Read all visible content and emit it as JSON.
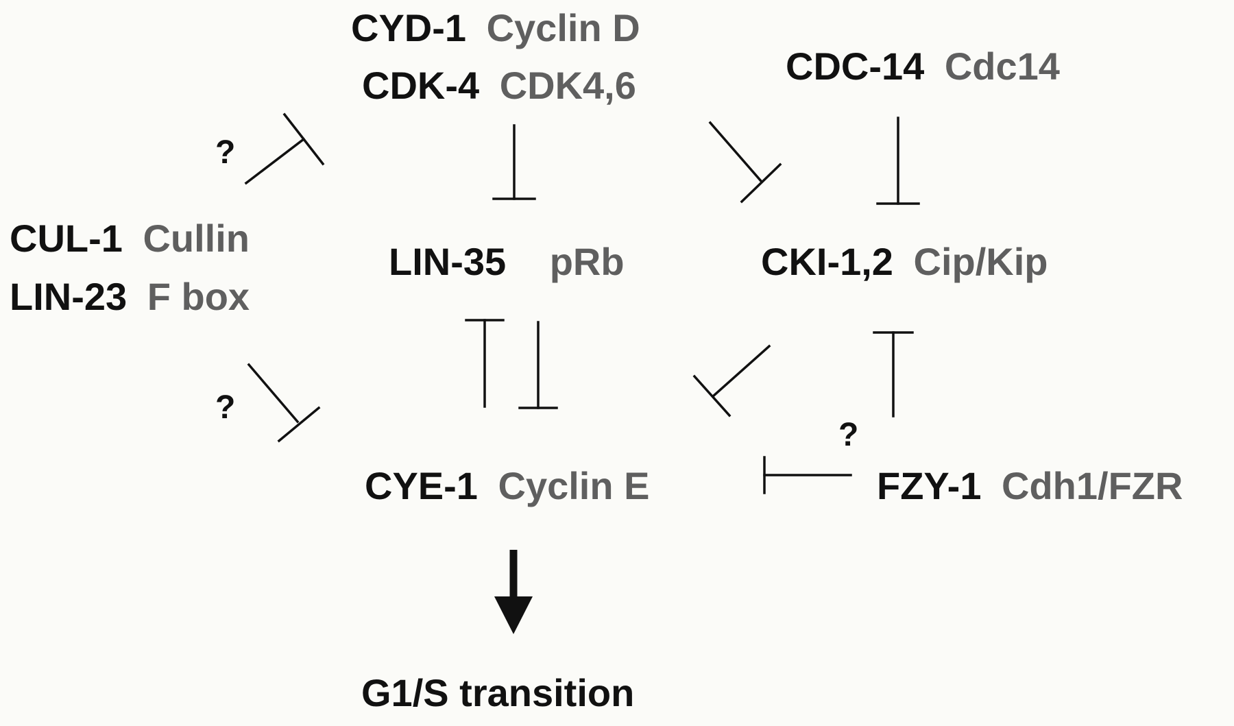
{
  "nodes": {
    "cyd1": {
      "gene": "CYD-1",
      "homolog": "Cyclin D"
    },
    "cdk4": {
      "gene": "CDK-4",
      "homolog": "CDK4,6"
    },
    "cdc14": {
      "gene": "CDC-14",
      "homolog": "Cdc14"
    },
    "cul1": {
      "gene": "CUL-1",
      "homolog": "Cullin"
    },
    "lin23": {
      "gene": "LIN-23",
      "homolog": "F box"
    },
    "lin35": {
      "gene": "LIN-35",
      "homolog": "pRb"
    },
    "cki12": {
      "gene": "CKI-1,2",
      "homolog": "Cip/Kip"
    },
    "cye1": {
      "gene": "CYE-1",
      "homolog": "Cyclin E"
    },
    "fzy1": {
      "gene": "FZY-1",
      "homolog": "Cdh1/FZR"
    },
    "g1s": {
      "label": "G1/S transition"
    }
  },
  "uncertain_marks": [
    "?",
    "?",
    "?"
  ],
  "edges": [
    {
      "from": "cul1",
      "to": "cyd1",
      "type": "inhibition",
      "uncertain": true
    },
    {
      "from": "cul1",
      "to": "cye1",
      "type": "inhibition",
      "uncertain": true
    },
    {
      "from": "cdk4",
      "to": "lin35",
      "type": "inhibition"
    },
    {
      "from": "cdk4",
      "to": "cki12",
      "type": "inhibition"
    },
    {
      "from": "cdc14",
      "to": "cki12",
      "type": "inhibition"
    },
    {
      "from": "cye1",
      "to": "lin35",
      "type": "inhibition"
    },
    {
      "from": "lin35",
      "to": "cye1",
      "type": "inhibition"
    },
    {
      "from": "cki12",
      "to": "cye1",
      "type": "inhibition"
    },
    {
      "from": "fzy1",
      "to": "cki12",
      "type": "inhibition",
      "uncertain": true
    },
    {
      "from": "fzy1",
      "to": "cye1",
      "type": "inhibition"
    },
    {
      "from": "cye1",
      "to": "g1s",
      "type": "activation"
    }
  ]
}
